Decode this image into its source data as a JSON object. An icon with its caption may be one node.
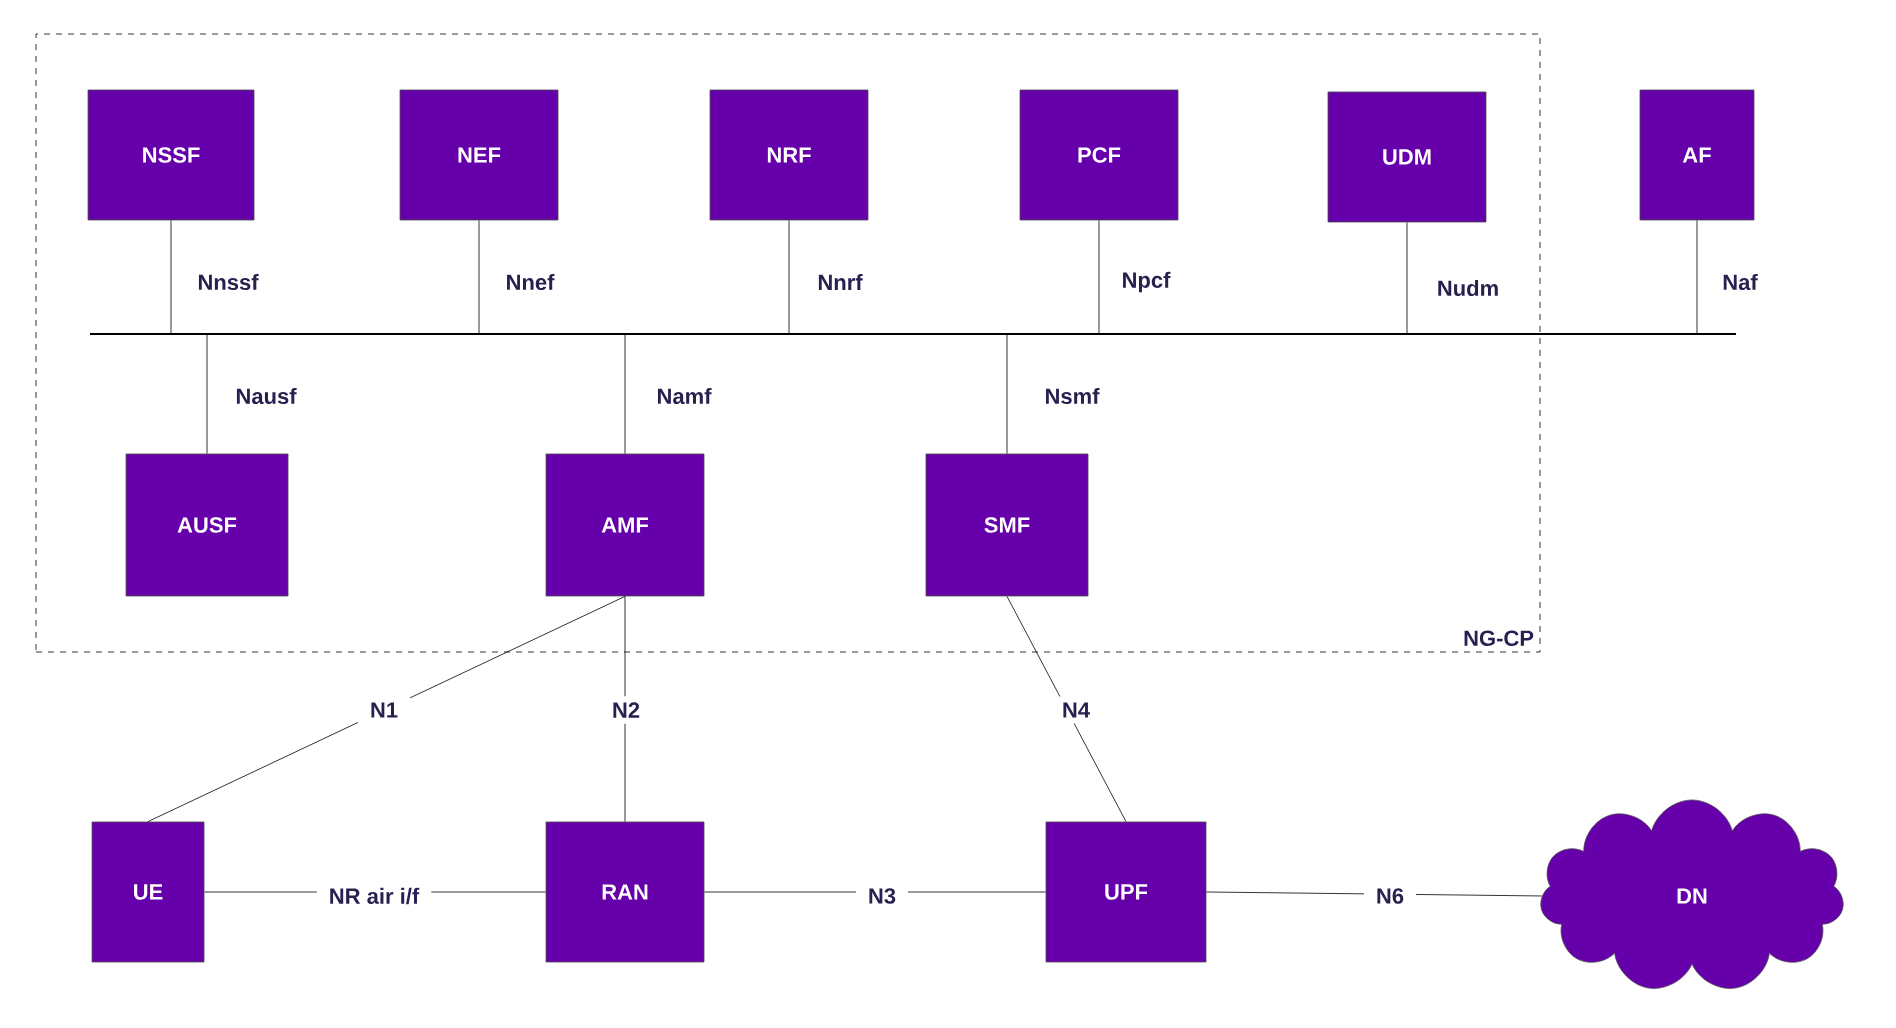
{
  "diagram": {
    "nodes": [
      {
        "text": [
          "NG-CP"
        ]
      },
      {
        "text": [
          "NSSF"
        ],
        "in": 0
      },
      {
        "text": [
          "NEF"
        ],
        "in": 0
      },
      {
        "text": [
          "NRF"
        ],
        "in": 0
      },
      {
        "text": [
          "PCF"
        ],
        "in": 0
      },
      {
        "text": [
          "UDM"
        ],
        "in": 0
      },
      {
        "text": [
          "AF"
        ]
      },
      {
        "text": [],
        "shape": "bar"
      },
      {
        "text": [
          "AUSF"
        ],
        "in": 0
      },
      {
        "text": [
          "AMF"
        ],
        "in": 0
      },
      {
        "text": [
          "SMF"
        ],
        "in": 0
      },
      {
        "text": [
          "UE"
        ]
      },
      {
        "text": [
          "RAN"
        ]
      },
      {
        "text": [
          "UPF"
        ]
      },
      {
        "text": [
          "DN"
        ]
      }
    ],
    "edges": [
      {
        "from": 1,
        "to": 7,
        "arrow": "none",
        "label": "Nnssf"
      },
      {
        "from": 2,
        "to": 7,
        "arrow": "none",
        "label": "Nnef"
      },
      {
        "from": 3,
        "to": 7,
        "arrow": "none",
        "label": "Nnrf"
      },
      {
        "from": 4,
        "to": 7,
        "arrow": "none",
        "label": "Npcf"
      },
      {
        "from": 5,
        "to": 7,
        "arrow": "none",
        "label": "Nudm"
      },
      {
        "from": 6,
        "to": 7,
        "arrow": "none",
        "label": "Naf"
      },
      {
        "from": 8,
        "to": 7,
        "arrow": "none",
        "label": "Nausf"
      },
      {
        "from": 9,
        "to": 7,
        "arrow": "none",
        "label": "Namf"
      },
      {
        "from": 10,
        "to": 7,
        "arrow": "none",
        "label": "Nsmf"
      },
      {
        "from": 9,
        "to": 11,
        "arrow": "none",
        "label": "N1"
      },
      {
        "from": 9,
        "to": 12,
        "arrow": "none",
        "label": "N2"
      },
      {
        "from": 10,
        "to": 13,
        "arrow": "none",
        "label": "N4"
      },
      {
        "from": 11,
        "to": 12,
        "arrow": "none",
        "label": "NR air i/f"
      },
      {
        "from": 12,
        "to": 13,
        "arrow": "none",
        "label": "N3"
      },
      {
        "from": 13,
        "to": 14,
        "arrow": "none",
        "label": "N6"
      }
    ]
  }
}
